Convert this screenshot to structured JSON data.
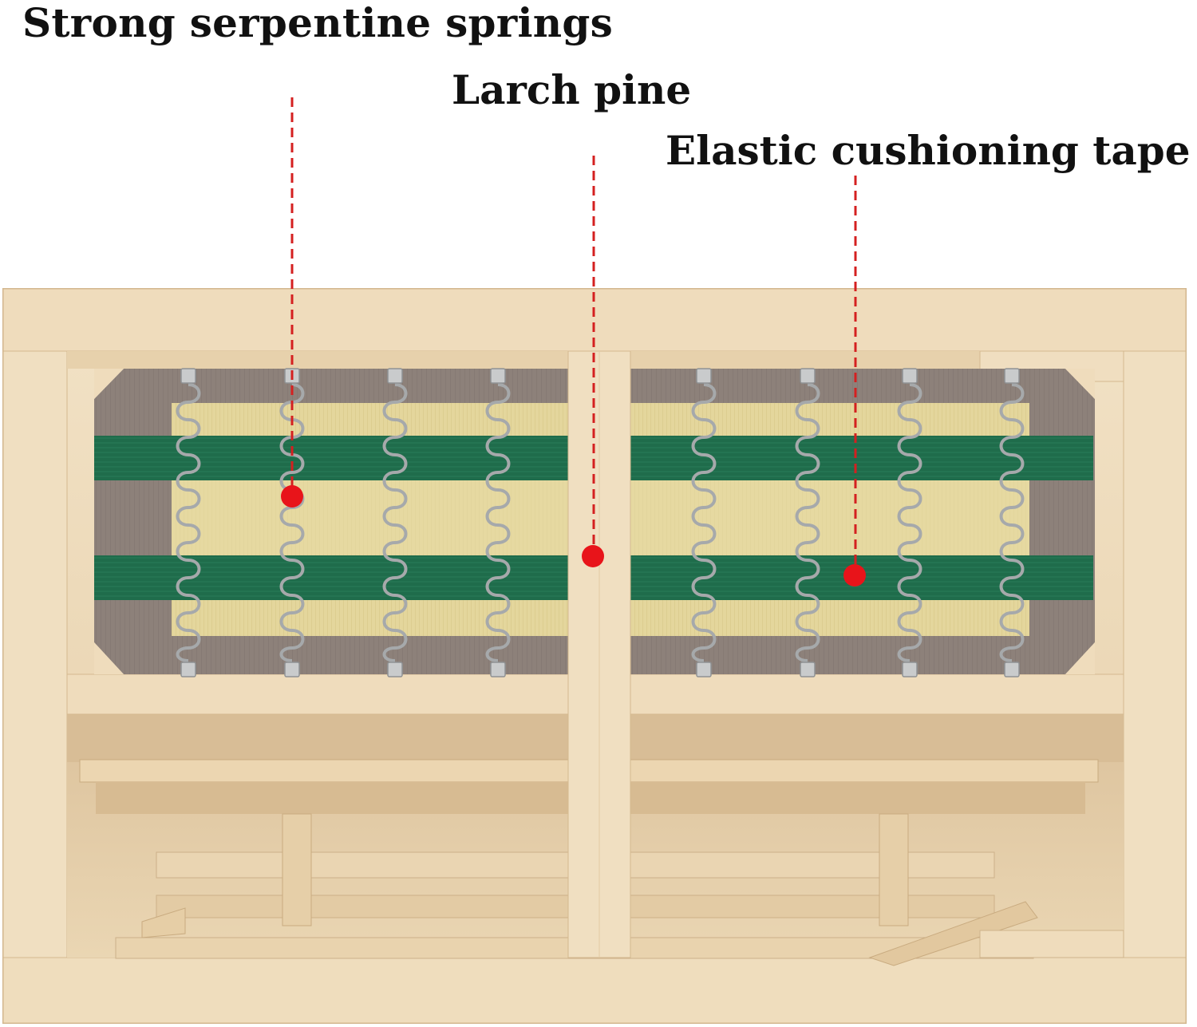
{
  "callouts": {
    "springs": "Strong serpentine springs",
    "larch": "Larch pine",
    "tape": "Elastic cushioning tape"
  },
  "colors": {
    "callout_line": "#d42020",
    "callout_dot": "#e8141a",
    "wood": "#ecd8b6",
    "wood_dark": "#d9bf98",
    "mesh": "#8c7f78",
    "strap_green": "#1f6b4a",
    "strap_tan": "#e3d59a",
    "spring": "#a9acae"
  },
  "icons": [
    "spring-icon",
    "clip-icon"
  ]
}
